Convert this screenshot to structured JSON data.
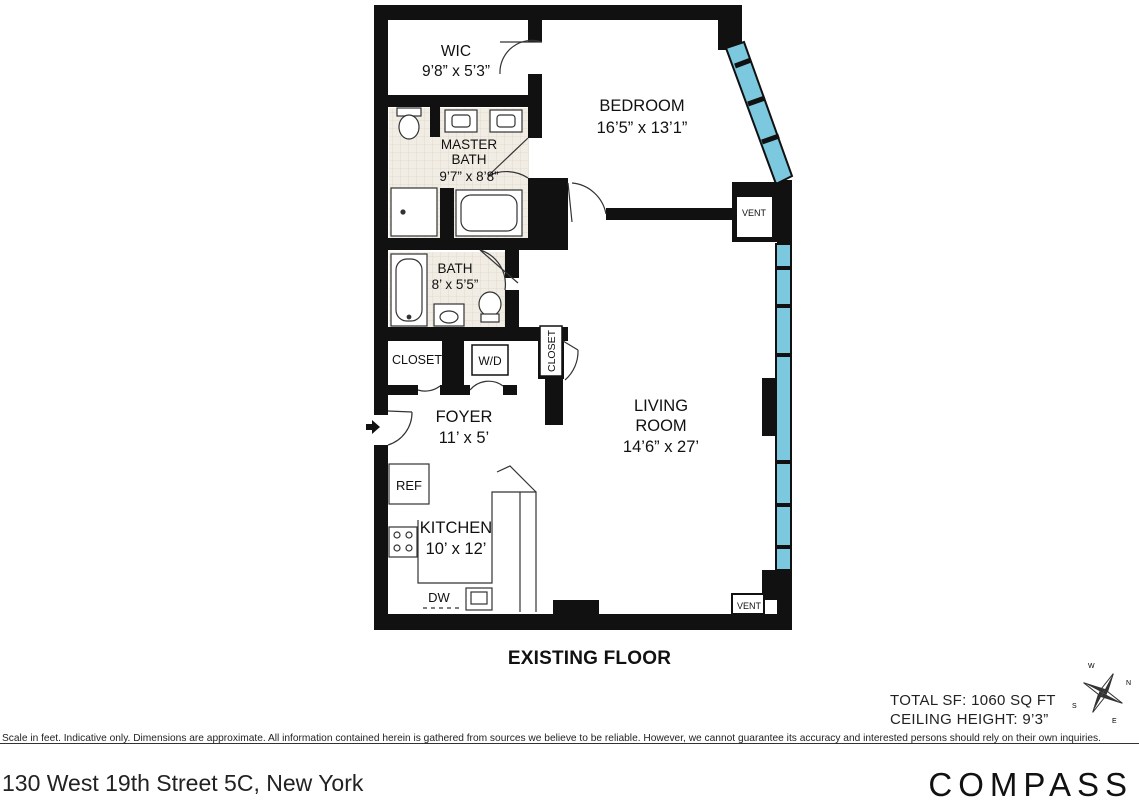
{
  "rooms": {
    "wic": {
      "name": "WIC",
      "dims": "9’8” x 5’3”"
    },
    "bedroom": {
      "name": "BEDROOM",
      "dims": "16’5” x 13’1”"
    },
    "master_bath": {
      "name_line1": "MASTER",
      "name_line2": "BATH",
      "dims": "9’7” x 8’8”"
    },
    "bath": {
      "name": "BATH",
      "dims": "8’ x 5’5”"
    },
    "closet_left": {
      "name": "CLOSET"
    },
    "wd": {
      "name": "W/D"
    },
    "closet_right": {
      "name": "CLOSET"
    },
    "foyer": {
      "name": "FOYER",
      "dims": "11’ x 5’"
    },
    "living_room": {
      "name_line1": "LIVING",
      "name_line2": "ROOM",
      "dims": "14’6” x 27’"
    },
    "kitchen": {
      "name": "KITCHEN",
      "dims": "10’ x 12’"
    },
    "ref": {
      "name": "REF"
    },
    "dw": {
      "name": "DW"
    },
    "vent_top": {
      "name": "VENT"
    },
    "vent_bottom": {
      "name": "VENT"
    }
  },
  "floor_title": "EXISTING FLOOR",
  "stats": {
    "total_sf": "TOTAL SF: 1060 SQ FT",
    "ceiling_height": "CEILING HEIGHT: 9’3”"
  },
  "compass": {
    "n": "N",
    "s": "S",
    "e": "E",
    "w": "W"
  },
  "disclaimer": "Scale in feet. Indicative only. Dimensions are approximate. All information contained herein is gathered from sources we believe to be reliable. However, we cannot guarantee its accuracy and interested persons should rely on their own  inquiries.",
  "address": "130 West 19th Street 5C, New York",
  "brand": "COMPASS",
  "colors": {
    "wall": "#111111",
    "window": "#7cc8de",
    "tile": "#ece7dc"
  }
}
